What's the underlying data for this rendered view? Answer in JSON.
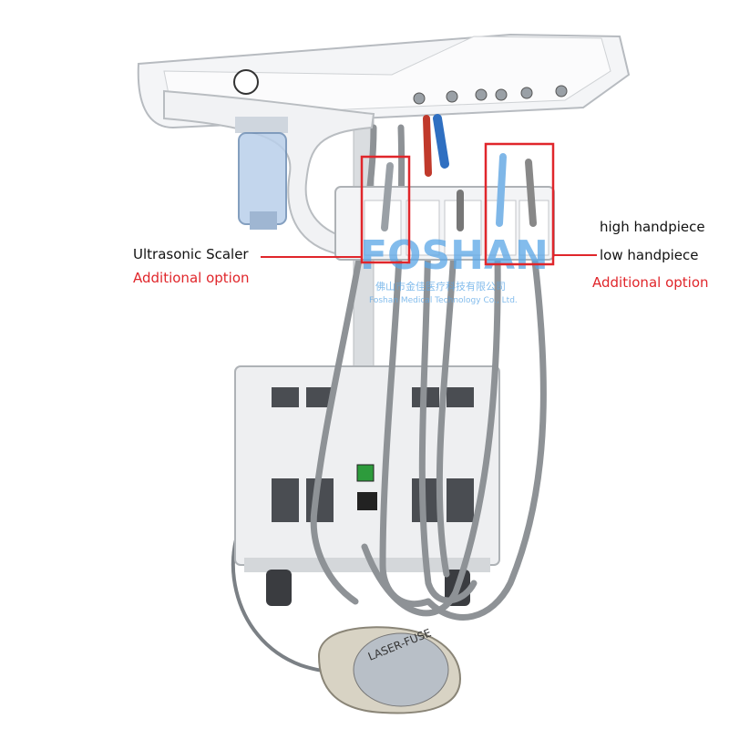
{
  "annotations": {
    "ultrasonic_scaler": "Ultrasonic Scaler",
    "ultrasonic_option": "Additional option",
    "high_handpiece": "high handpiece",
    "low_handpiece": "low handpiece",
    "handpiece_option": "Additional option"
  },
  "watermark": {
    "brand": "FOSHAN",
    "company_cn": "佛山市金佳医疗科技有限公司",
    "company_en": "Foshan Medical Technology Co., Ltd."
  },
  "pedal_label": "LASER-FUSE",
  "colors": {
    "highlight_box": "#e0262b",
    "label_text": "#111111",
    "option_text": "#e0262b",
    "hose": "#8e9296",
    "device_body": "#f2f3f5",
    "watermark": "#5aa6e6"
  }
}
